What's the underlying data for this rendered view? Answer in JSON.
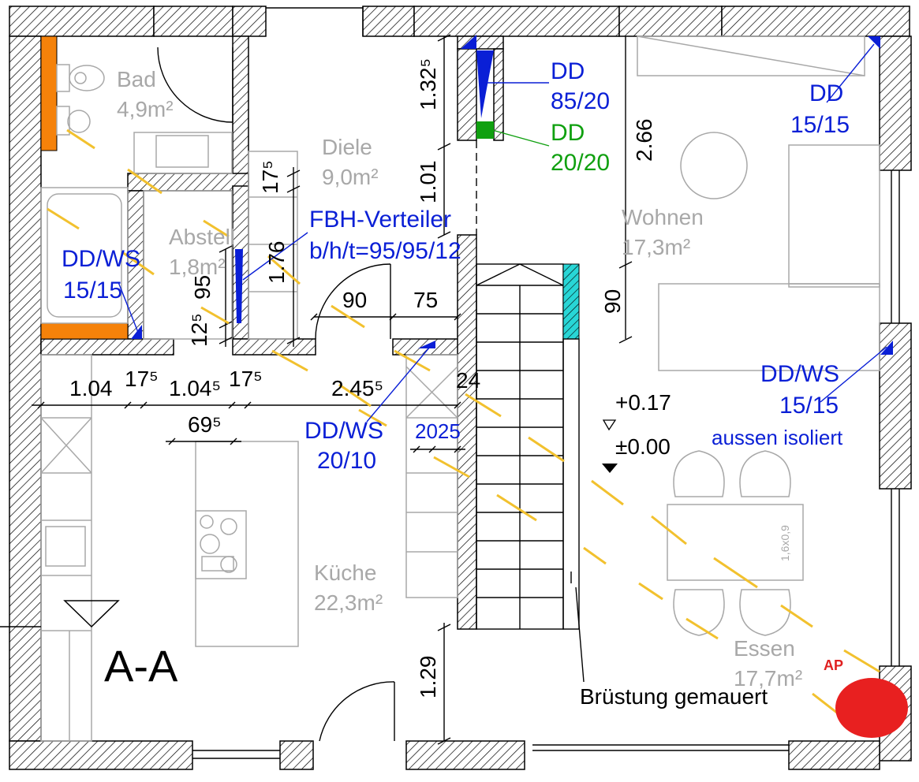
{
  "rooms": {
    "bad": {
      "name": "Bad",
      "area": "4,9m²"
    },
    "diele": {
      "name": "Diele",
      "area": "9,0m²"
    },
    "abstell": {
      "name": "Abstell",
      "area": "1,8m²"
    },
    "wohnen": {
      "name": "Wohnen",
      "area": "17,3m²"
    },
    "kueche": {
      "name": "Küche",
      "area": "22,3m²"
    },
    "essen": {
      "name": "Essen",
      "area": "17,7m²"
    }
  },
  "ducts": {
    "dd_85_20": {
      "line1": "DD",
      "line2": "85/20"
    },
    "dd_20_20": {
      "line1": "DD",
      "line2": "20/20"
    },
    "dd_15_15": {
      "line1": "DD",
      "line2": "15/15"
    },
    "ddws_bath": {
      "line1": "DD/WS",
      "line2": "15/15"
    },
    "ddws_kitchen": {
      "line1": "DD/WS",
      "line2": "20/10"
    },
    "ddws_living": {
      "line1": "DD/WS",
      "line2": "15/15",
      "line3": "aussen isoliert"
    }
  },
  "fbh": {
    "line1": "FBH-Verteiler",
    "line2": "b/h/t=95/95/12"
  },
  "dimensions": {
    "d132": "1.32⁵",
    "d101": "1.01",
    "d266": "2.66",
    "d175a": "17⁵",
    "d176": "1.76",
    "d95": "95",
    "d125": "12⁵",
    "d90a": "90",
    "d75": "75",
    "d90b": "90",
    "d104": "1.04",
    "d175b": "17⁵",
    "d1045": "1.04⁵",
    "d175c": "17⁵",
    "d2455": "2.45⁵",
    "d24": "24",
    "d695": "69⁵",
    "d2025": "2025",
    "d129": "1.29"
  },
  "levels": {
    "upper": "+0.17",
    "zero": "±0.00"
  },
  "labels": {
    "section": "A-A",
    "bruestung": "Brüstung gemauert",
    "ap": "AP",
    "table": "1,6x0,9"
  },
  "colors": {
    "duct_blue": "#0a1fd6",
    "duct_green": "#10a010",
    "wall_orange": "#f5820a",
    "stair_cyan": "#28d6d6",
    "marker_yellow": "#f2c12e",
    "ap_red": "#e82020"
  }
}
